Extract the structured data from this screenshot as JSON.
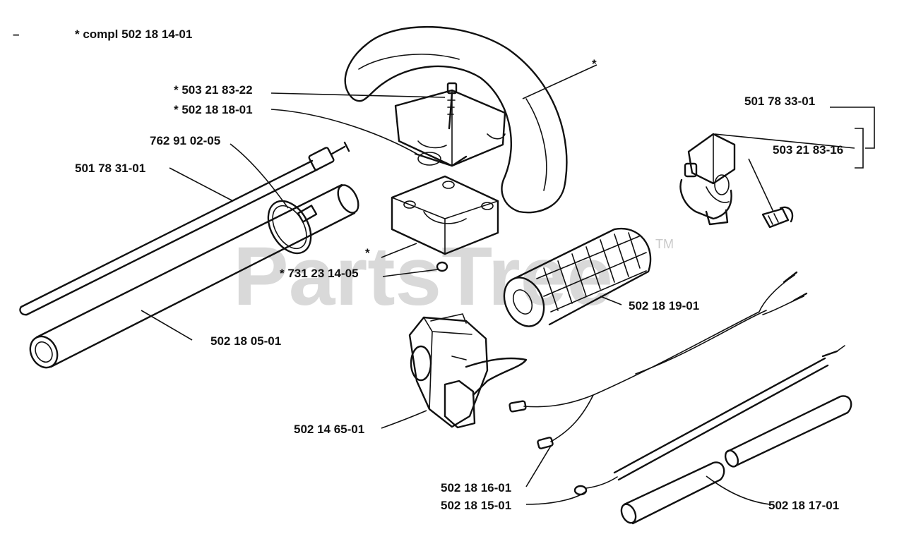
{
  "watermark": {
    "brand": "PartsTree",
    "trademark": "TM"
  },
  "header": {
    "dash": "–",
    "compl_label": "*  compl 502 18 14-01"
  },
  "labels": {
    "p503218322": "*  503 21 83-22",
    "p502181801": "*  502 18 18-01",
    "p762910205": "762 91 02-05",
    "p501783101": "501 78 31-01",
    "p501783301": "501 78 33-01",
    "p503218316": "503 21 83-16",
    "p731231405": "*  731 23 14-05",
    "p502181901": "502 18 19-01",
    "p502180501": "502 18 05-01",
    "p502146501": "502 14 65-01",
    "p502181601": "502 18 16-01",
    "p502181501": "502 18 15-01",
    "p502181701": "502 18 17-01",
    "star_handle": "*",
    "star_clamp": "*"
  }
}
